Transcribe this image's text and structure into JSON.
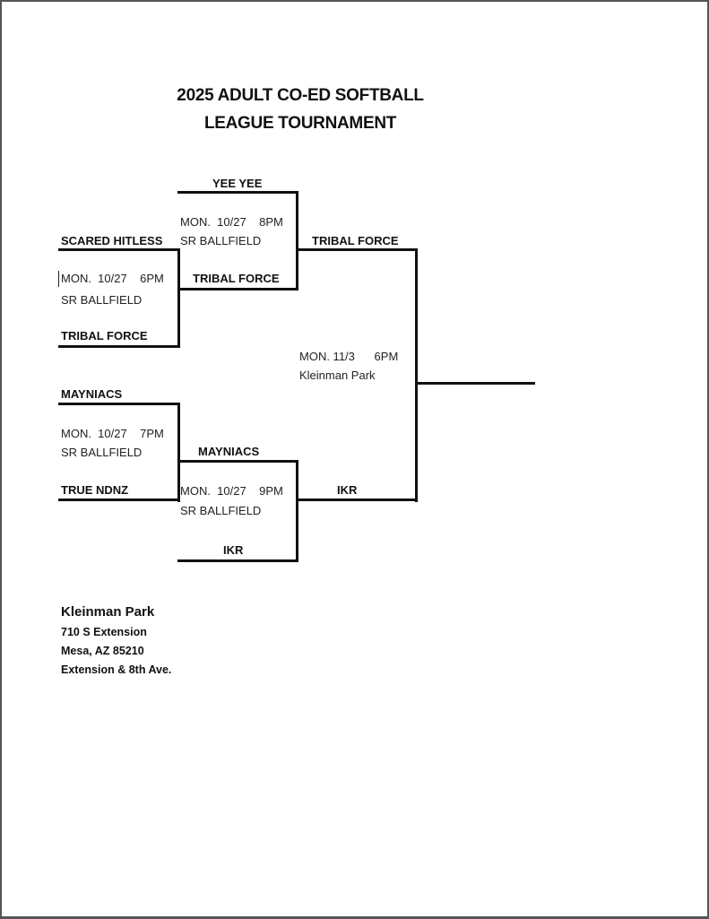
{
  "title": {
    "line1": "2025 ADULT CO-ED SOFTBALL",
    "line2": "LEAGUE TOURNAMENT"
  },
  "bracket": {
    "round1": {
      "game_a": {
        "team_top": "SCARED HITLESS",
        "team_bottom": "TRIBAL FORCE",
        "time": "MON.  10/27    6PM",
        "location": "SR BALLFIELD"
      },
      "game_b": {
        "team_top": "MAYNIACS",
        "team_bottom": "TRUE NDNZ",
        "time": "MON.  10/27    7PM",
        "location": "SR BALLFIELD"
      }
    },
    "round2": {
      "game_a": {
        "team_top": "YEE YEE",
        "team_bottom": "TRIBAL FORCE",
        "time": "MON.  10/27    8PM",
        "location": "SR BALLFIELD"
      },
      "game_b": {
        "team_top": "MAYNIACS",
        "team_bottom": "IKR",
        "time": "MON.  10/27    9PM",
        "location": "SR BALLFIELD"
      }
    },
    "round3": {
      "team_top": "TRIBAL FORCE",
      "team_bottom": "IKR",
      "time": "MON. 11/3      6PM",
      "location": "Kleinman Park"
    }
  },
  "address": {
    "name": "Kleinman Park",
    "street": "710 S Extension",
    "city": "Mesa, AZ 85210",
    "cross_streets": "Extension & 8th Ave."
  }
}
